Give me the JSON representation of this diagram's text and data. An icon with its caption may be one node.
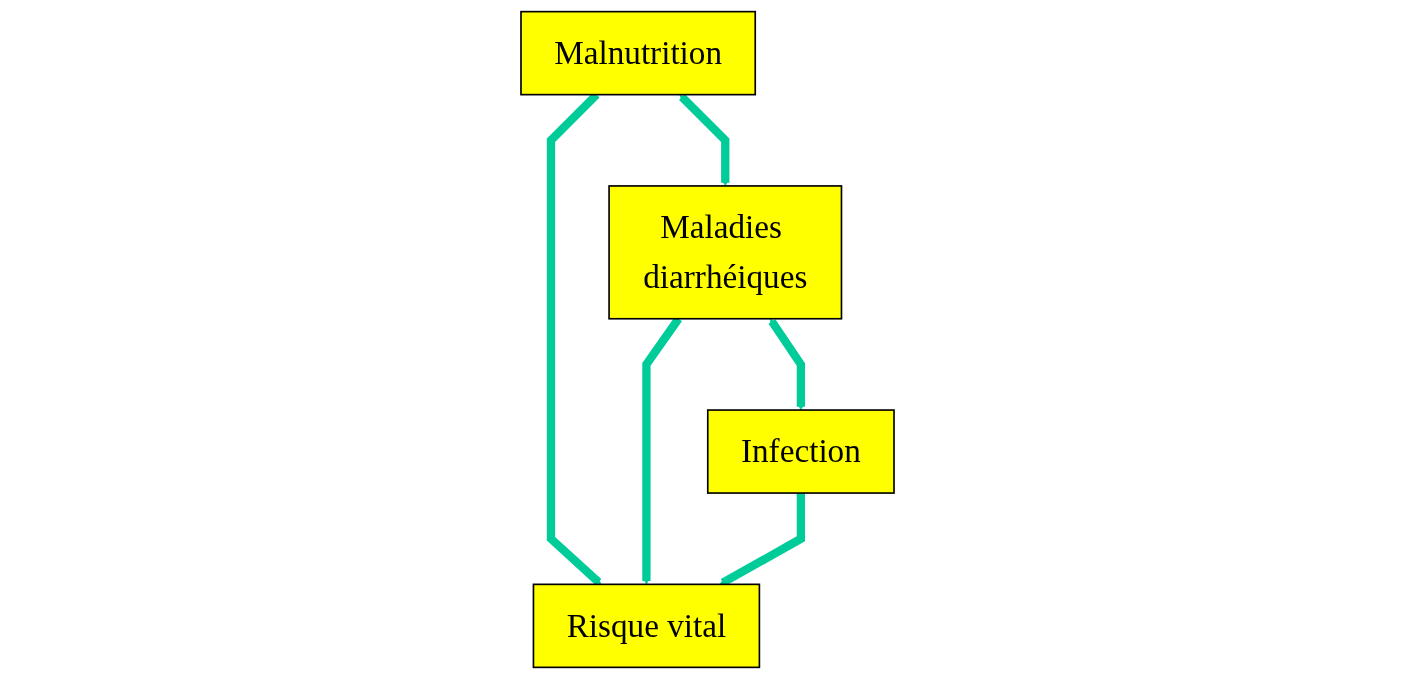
{
  "diagram": {
    "nodes": [
      {
        "text": [
          "Malnutrition"
        ]
      },
      {
        "text": [
          "Maladies diarrhéiques"
        ]
      },
      {
        "text": [
          "Infection"
        ]
      },
      {
        "text": [
          "Risque vital"
        ]
      }
    ],
    "edges": [
      {
        "from": 0,
        "to": 1,
        "arrow": "both"
      },
      {
        "from": 1,
        "to": 2,
        "arrow": "both"
      },
      {
        "from": 0,
        "to": 3,
        "arrow": "to"
      },
      {
        "from": 1,
        "to": 3,
        "arrow": "to"
      },
      {
        "from": 2,
        "to": 3,
        "arrow": "to"
      }
    ]
  }
}
